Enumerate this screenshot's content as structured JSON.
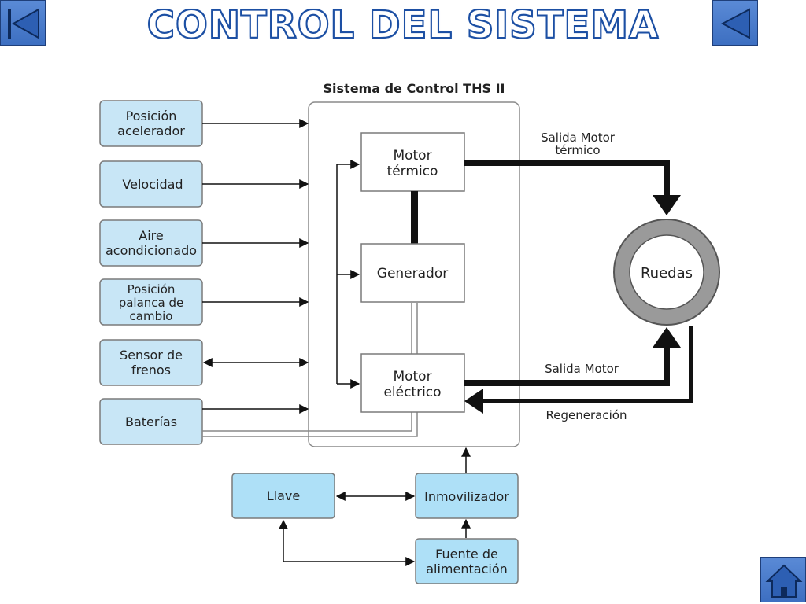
{
  "title": "CONTROL DEL SISTEMA",
  "nav": {
    "first_icon": "skip-to-first-icon",
    "back_icon": "back-triangle-icon",
    "home_icon": "home-icon"
  },
  "diagram": {
    "system_label": "Sistema de Control THS II",
    "inputs": {
      "acelerador": [
        "Posición",
        "acelerador"
      ],
      "velocidad": [
        "Velocidad"
      ],
      "aire": [
        "Aire",
        "acondicionado"
      ],
      "palanca": [
        "Posición",
        "palanca de",
        "cambio"
      ],
      "frenos": [
        "Sensor de",
        "frenos"
      ],
      "baterias": [
        "Baterías"
      ]
    },
    "components": {
      "motor_termico": [
        "Motor",
        "térmico"
      ],
      "generador": [
        "Generador"
      ],
      "motor_electrico": [
        "Motor",
        "eléctrico"
      ],
      "ruedas": [
        "Ruedas"
      ]
    },
    "flows": {
      "salida_termico": [
        "Salida Motor",
        "térmico"
      ],
      "salida_motor": [
        "Salida Motor"
      ],
      "regeneracion": [
        "Regeneración"
      ]
    },
    "bottom": {
      "llave": [
        "Llave"
      ],
      "inmovilizador": [
        "Inmovilizador"
      ],
      "fuente": [
        "Fuente de",
        "alimentación"
      ]
    },
    "colors": {
      "input_fill": "#c8e6f6",
      "bottom_fill": "#aee0f7",
      "box_border": "#7a7a7a",
      "wheel_ring": "#9a9a9a",
      "title_blue": "#1c4fa3"
    }
  }
}
